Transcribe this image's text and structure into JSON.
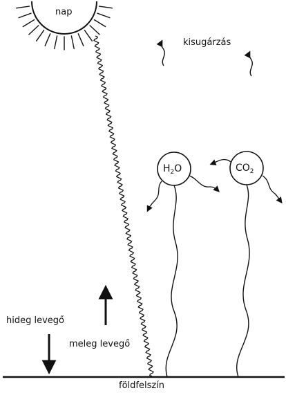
{
  "labels": {
    "sun": "nap",
    "radiation": "kisugárzás",
    "cold_air": "hideg levegő",
    "warm_air": "meleg levegő",
    "ground": "földfelszín"
  },
  "molecules": {
    "water": {
      "base": "H",
      "sub": "2",
      "tail": "O"
    },
    "carbon_dioxide": {
      "base": "CO",
      "sub": "2"
    }
  },
  "colors": {
    "ink": "#111111",
    "background": "#ffffff"
  }
}
